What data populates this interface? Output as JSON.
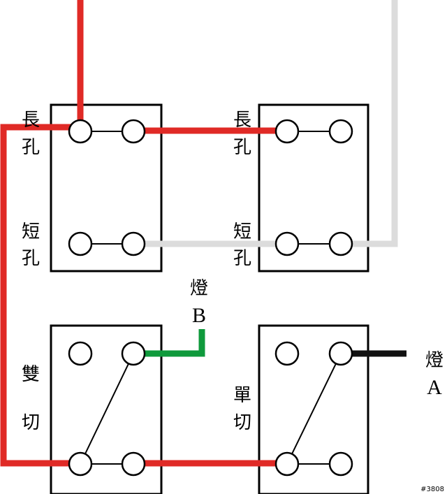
{
  "colors": {
    "live": "#e02a26",
    "neutral": "#dcdcdc",
    "lamp_b": "#0f9a3c",
    "lamp_a": "#111111",
    "outline": "#000000"
  },
  "sockets": {
    "top_left": {
      "long_label": "長孔",
      "short_label": "短孔"
    },
    "top_right": {
      "long_label": "長孔",
      "short_label": "短孔"
    }
  },
  "switches": {
    "double": {
      "label": "雙切"
    },
    "single": {
      "label": "單切"
    }
  },
  "lamps": {
    "b": {
      "char": "燈",
      "letter": "B"
    },
    "a": {
      "char": "燈",
      "letter": "A"
    }
  },
  "watermark": "#3808"
}
